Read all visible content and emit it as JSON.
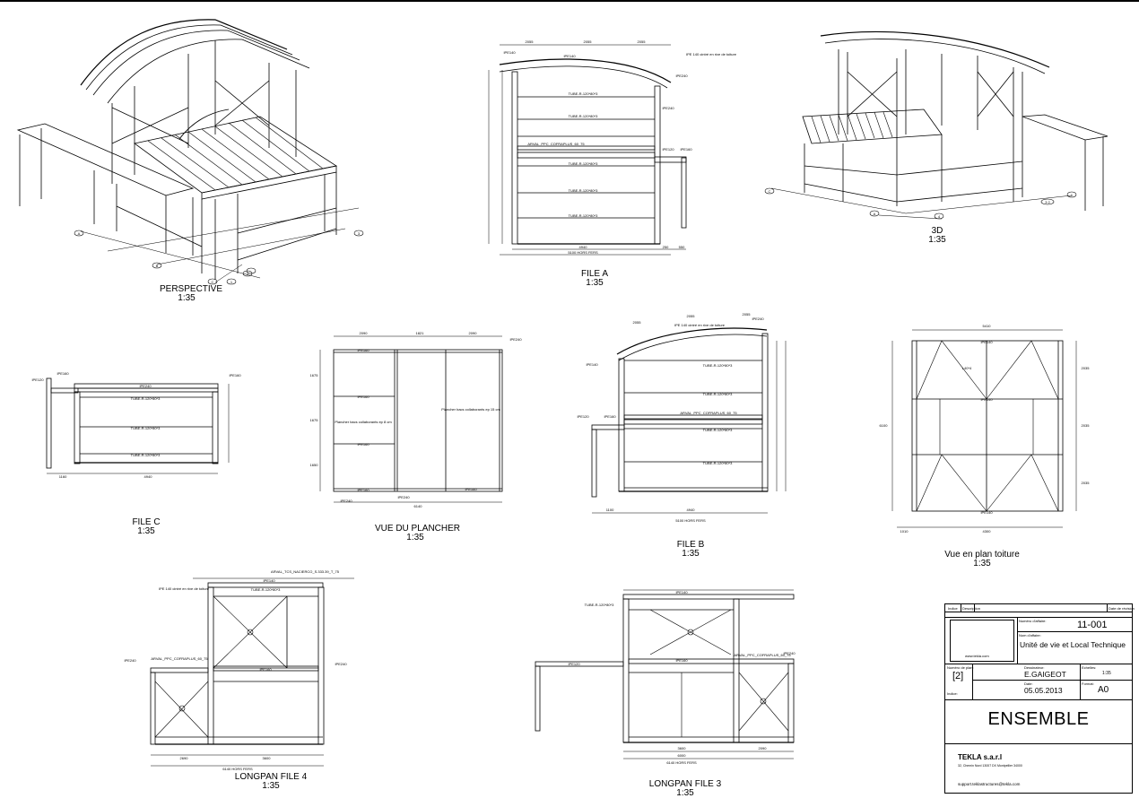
{
  "views": [
    {
      "id": "perspective",
      "title": "PERSPECTIVE",
      "scale": "1:35"
    },
    {
      "id": "file-a",
      "title": "FILE A",
      "scale": "1:35"
    },
    {
      "id": "3d",
      "title": "3D",
      "scale": "1:35"
    },
    {
      "id": "file-c",
      "title": "FILE C",
      "scale": "1:35"
    },
    {
      "id": "vue-du-plancher",
      "title": "VUE DU PLANCHER",
      "scale": "1:35"
    },
    {
      "id": "file-b",
      "title": "FILE B",
      "scale": "1:35"
    },
    {
      "id": "vue-en-plan-toiture",
      "title": "Vue en plan toiture",
      "scale": "1:35"
    },
    {
      "id": "longpan-file-4",
      "title": "LONGPAN FILE 4",
      "scale": "1:35"
    },
    {
      "id": "longpan-file-3",
      "title": "LONGPAN FILE 3",
      "scale": "1:35"
    }
  ],
  "annotations": {
    "file_a": {
      "dims_top": [
        "2055",
        "2055",
        "2055"
      ],
      "roof_note": "IPE 140 cintré en rive de toiture",
      "members": [
        "IPE140",
        "IPE140",
        "IPE240",
        "IPE240",
        "IPE120",
        "IPE160",
        "TUBE-R-120*80*3",
        "TUBE-R-120*80*3",
        "TUBE-R-120*80*3",
        "TUBE-R-120*80*3",
        "TUBE-R-120*80*3",
        "ARVAL_PPC_COFRAPLUS_60_75"
      ],
      "dims_bottom": [
        "4940",
        "250",
        "5100 HORS FERS",
        "550"
      ]
    },
    "file_c": {
      "members": [
        "IPE120",
        "IPE160",
        "IPE240",
        "IPE160",
        "TUBE-R-120*80*3",
        "TUBE-R-120*80*3",
        "TUBE-R-120*80*3"
      ],
      "dims": [
        "1160",
        "4940"
      ]
    },
    "plancher": {
      "dims_top": [
        "2090",
        "1821",
        "2090"
      ],
      "members": [
        "IPE160",
        "IPE160",
        "IPE160",
        "IPE240",
        "IPE160",
        "IPE240",
        "IPE160",
        "IPE240"
      ],
      "notes": [
        "Plancher bacs collaborants ep 8 cm",
        "Plancher bacs collaborants ep 15 cm"
      ],
      "dims_side": [
        "1675",
        "1675",
        "1650"
      ],
      "dims_bottom": [
        "6140"
      ]
    },
    "file_b": {
      "dims_top": [
        "2055",
        "2055",
        "2055"
      ],
      "roof_note": "IPE 140 cintré en rive de toiture",
      "members": [
        "IPE140",
        "IPE240",
        "IPE120",
        "IPE160",
        "TUBE-R-120*80*3",
        "TUBE-R-120*80*3",
        "TUBE-R-120*80*3",
        "TUBE-R-120*80*3",
        "ARVAL_PPC_COFRAPLUS_60_75"
      ],
      "dims_bottom": [
        "1100",
        "4940",
        "5100 HORS FERS"
      ]
    },
    "toiture": {
      "dims_top": [
        "5410"
      ],
      "dims_side": [
        "2035",
        "2035",
        "2035"
      ],
      "total_side": "6100",
      "members": [
        "IPE140",
        "IPE140",
        "IPE140",
        "L40*4"
      ],
      "dims_bottom": [
        "1010",
        "4300"
      ]
    },
    "longpan_4": {
      "top_note": "ARVAL_TCS_NACIERCO_S.333.39_T_75",
      "roof_note": "IPE 140 cintré en rive de toiture",
      "members": [
        "IPE140",
        "IPE240",
        "IPE240",
        "IPE160",
        "ARVAL_PPC_COFRAPLUS_60_75",
        "TUBE-R-120*80*3"
      ],
      "dims_bottom": [
        "2690",
        "3600",
        "6140 HORS FERS"
      ]
    },
    "longpan_3": {
      "members": [
        "IPE140",
        "IPE120",
        "IPE240",
        "IPE160",
        "ARVAL_PPC_COFRAPLUS_60_75",
        "TUBE-R-120*80*3"
      ],
      "dims_bottom": [
        "3600",
        "6000",
        "2090",
        "6140 HORS FERS"
      ]
    }
  },
  "axis_marks": {
    "perspective": [
      "A",
      "B",
      "C",
      "1",
      "2",
      "3"
    ],
    "3d": [
      "C",
      "A",
      "4",
      "3 2",
      "1"
    ]
  },
  "title_block": {
    "indice_label": "Indice",
    "description_label": "Description",
    "date_revision_label": "Date de révision",
    "affaire_no_label": "Numéro d'affaire:",
    "affaire_no": "11-001",
    "affaire_name_label": "Nom d'affaire:",
    "affaire_name": "Unité de vie et Local Technique",
    "website": "www.tekla.com",
    "plan_no_label": "Numéro de plan:",
    "plan_no": "[2]",
    "dessinateur_label": "Dessinateur:",
    "dessinateur": "E.GAIGEOT",
    "echelle_label": "Echelles:",
    "echelle": "1:35",
    "date_label": "Date:",
    "date": "05.05.2013",
    "format_label": "Format:",
    "format": "A0",
    "indice_short": "Indice:",
    "sheet_title": "ENSEMBLE",
    "company": "TEKLA s.a.r.l",
    "address": "32, Chemin Nord 13007 DX  Montpellier 34000",
    "support_email": "support.teklastructures@tekla.com"
  }
}
